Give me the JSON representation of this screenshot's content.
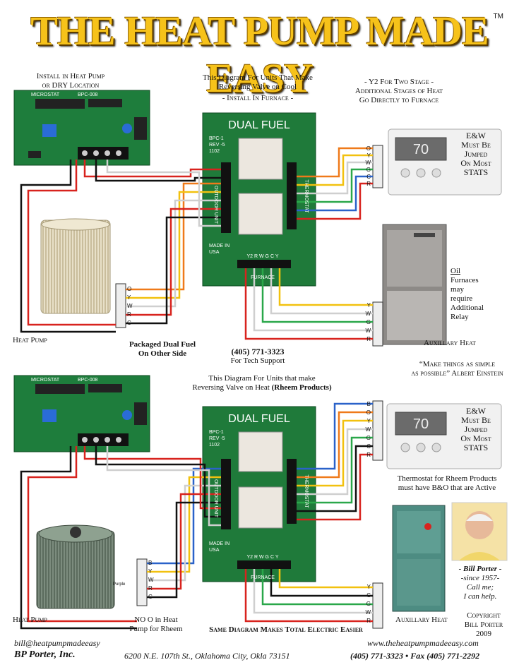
{
  "header": {
    "title": "THE HEAT PUMP MADE EASY",
    "trademark": "TM"
  },
  "top": {
    "install_note_1": "Install in Heat Pump",
    "install_note_2": "or DRY Location",
    "diagram_note_1": "This Diagram For Units That Make",
    "diagram_note_2": "Reversing Valve on Cool",
    "diagram_note_3": "- Install In Furnace -",
    "y2_note_1": "- Y2 For Two Stage -",
    "y2_note_2": "Additional Stages of Heat",
    "y2_note_3": "Go Directly to Furnace",
    "ew_note": [
      "E&W",
      "Must Be",
      "Jumped",
      "On Most",
      "STATS"
    ],
    "oil_note": [
      "Oil",
      "Furnaces",
      "may",
      "require",
      "Additional",
      "Relay"
    ],
    "heat_pump_label": "Heat Pump",
    "aux_heat_label": "Auxillary Heat",
    "packaged_1": "Packaged Dual Fuel",
    "packaged_2": "On Other Side",
    "phone": "(405) 771-3323",
    "tech_support": "For Tech Support",
    "quote_1": "“Make things as simple",
    "quote_2": "as possible” Albert Einstein",
    "thermostat_terminals": [
      "O",
      "Y",
      "W",
      "G",
      "C",
      "R"
    ],
    "heatpump_terminals": [
      "O",
      "Y",
      "W",
      "R",
      "C"
    ],
    "furnace_terminals": [
      "Y",
      "W",
      "G",
      "W",
      "R"
    ]
  },
  "bottom": {
    "diagram_note_1": "This Diagram For Units that make",
    "diagram_note_2a": "Reversing Valve on Heat ",
    "diagram_note_2b": "(Rheem Products)",
    "ew_note": [
      "E&W",
      "Must Be",
      "Jumped",
      "On Most",
      "STATS"
    ],
    "rheem_note_1": "Thermostat for Rheem Products",
    "rheem_note_2": "must have B&O that are Active",
    "heat_pump_label": "Heat Pump",
    "no_o_1": "NO O in Heat",
    "no_o_2": "Pump for Rheem",
    "purple_label": "Purple",
    "same_diagram": "Same Diagram Makes Total Electric Easier",
    "aux_heat_label": "Auxillary Heat",
    "bill_name": "- Bill Porter -",
    "bill_since": "-since 1957-",
    "bill_call": "Call me;",
    "bill_help": "I can help.",
    "copyright_1": "Copyright",
    "copyright_2": "Bill Porter",
    "copyright_3": "2009",
    "thermostat_terminals": [
      "B",
      "O",
      "Y",
      "W",
      "G",
      "C",
      "R"
    ],
    "heatpump_terminals": [
      "B",
      "Y",
      "W",
      "R",
      "C"
    ],
    "furnace_terminals": [
      "Y",
      "C",
      "G",
      "W",
      "R"
    ]
  },
  "board": {
    "title": "DUAL FUEL",
    "model": "BPC-1",
    "rev": "REV -5",
    "date": "1102",
    "made_in": "MADE IN",
    "usa": "USA",
    "outdoor": "OUTDOOR UNIT",
    "thermostat": "THERMOSTAT",
    "furnace": "FURNACE",
    "furnace_pins": "Y2 R W G C Y",
    "microstat": "MICROSTAT",
    "microstat_model": "BPC-008"
  },
  "thermostat_display": "70",
  "footer": {
    "email": "bill@heatpumpmadeeasy",
    "company": "BP Porter, Inc.",
    "address": "6200 N.E. 107th St., Oklahoma City, Okla 73151",
    "website": "www.theheatpumpmadeeasy.com",
    "phone_fax": "(405) 771-3323 • Fax (405) 771-2292"
  },
  "colors": {
    "title": "#f6c21a",
    "board_green": "#1f7a3a",
    "wire_red": "#d8231e",
    "wire_orange": "#ef7a1a",
    "wire_yellow": "#f2c10f",
    "wire_green": "#2aa74a",
    "wire_blue": "#2a62c9",
    "wire_black": "#111111"
  }
}
